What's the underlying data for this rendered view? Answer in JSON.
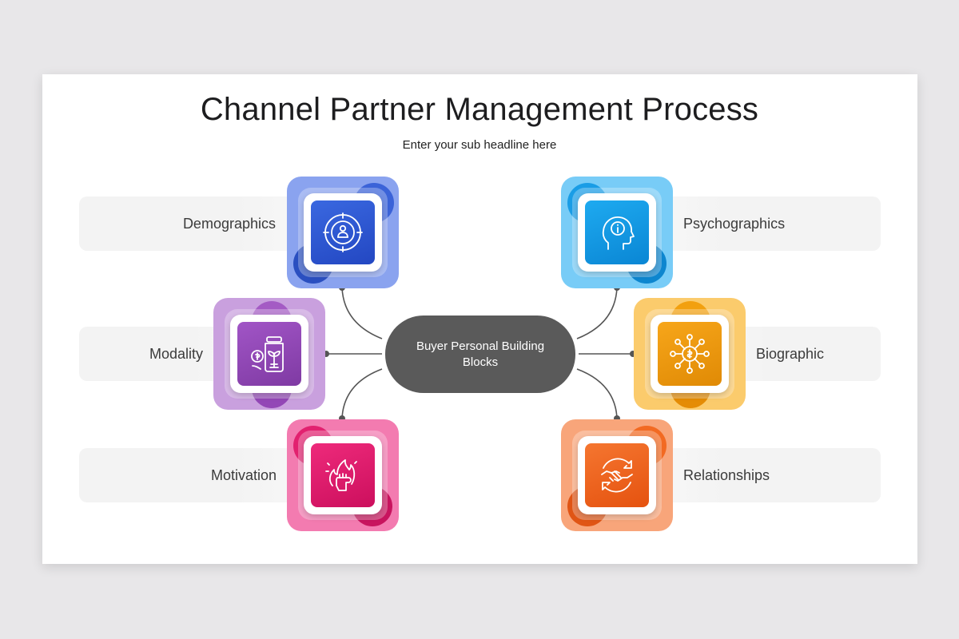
{
  "title": "Channel Partner Management Process",
  "subtitle": "Enter your sub headline here",
  "center_label": "Buyer Personal Building Blocks",
  "items": [
    {
      "label": "Demographics",
      "icon": "target-user-icon",
      "color": "#2f5ad6"
    },
    {
      "label": "Modality",
      "icon": "money-jar-plant-icon",
      "color": "#8e44ad"
    },
    {
      "label": "Motivation",
      "icon": "fist-fire-icon",
      "color": "#e0156f"
    },
    {
      "label": "Psychographics",
      "icon": "head-info-icon",
      "color": "#0a98e3"
    },
    {
      "label": "Biographic",
      "icon": "dollar-network-icon",
      "color": "#ef9a08"
    },
    {
      "label": "Relationships",
      "icon": "handshake-cycle-icon",
      "color": "#f06116"
    }
  ]
}
